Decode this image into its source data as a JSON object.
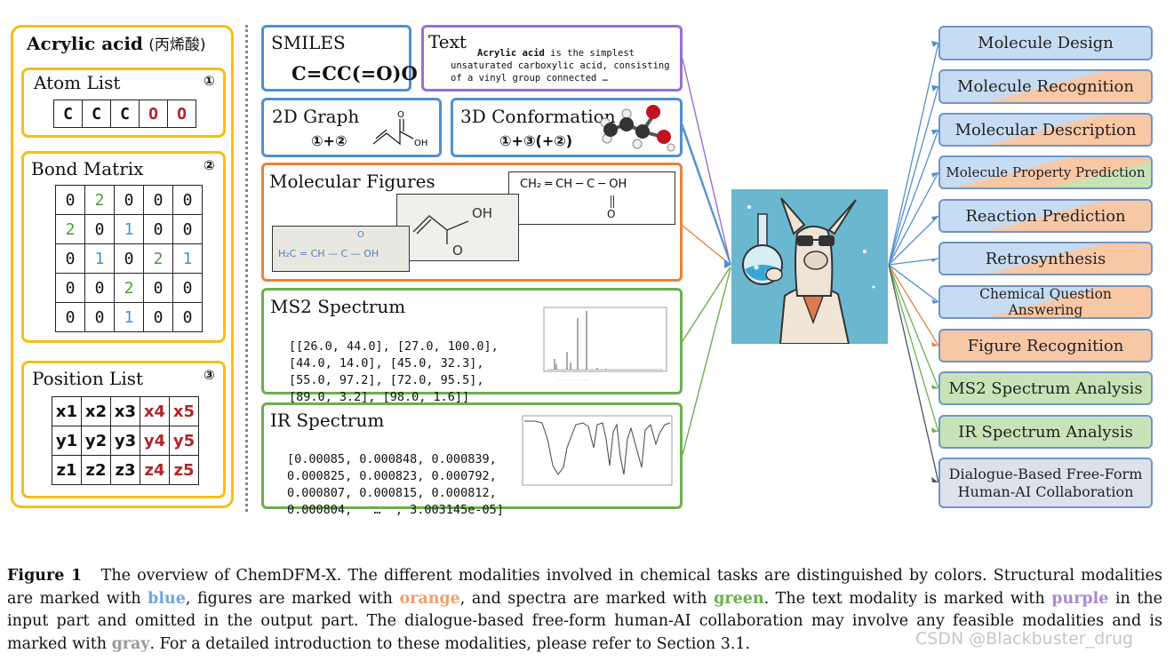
{
  "left": {
    "title_bold": "Acrylic acid",
    "title_cn": "(丙烯酸)",
    "atom_list": {
      "title": "Atom List",
      "marker": "①",
      "atoms": [
        "C",
        "C",
        "C",
        "O",
        "O"
      ]
    },
    "bond_matrix": {
      "title": "Bond Matrix",
      "marker": "②",
      "rows": [
        [
          "0",
          "2",
          "0",
          "0",
          "0"
        ],
        [
          "2",
          "0",
          "1",
          "0",
          "0"
        ],
        [
          "0",
          "1",
          "0",
          "2",
          "1"
        ],
        [
          "0",
          "0",
          "2",
          "0",
          "0"
        ],
        [
          "0",
          "0",
          "1",
          "0",
          "0"
        ]
      ]
    },
    "position_list": {
      "title": "Position List",
      "marker": "③",
      "rows": [
        [
          "x1",
          "x2",
          "x3",
          "x4",
          "x5"
        ],
        [
          "y1",
          "y2",
          "y3",
          "y4",
          "y5"
        ],
        [
          "z1",
          "z2",
          "z3",
          "z4",
          "z5"
        ]
      ]
    }
  },
  "inputs": {
    "smiles": {
      "title": "SMILES",
      "value": "C=CC(=O)O"
    },
    "text": {
      "title": "Text",
      "bold": "Acrylic acid",
      "body1": " is the simplest",
      "body2": "unsaturated carboxylic acid, consisting",
      "body3": "of a vinyl group connected …"
    },
    "graph2d": {
      "title": "2D Graph",
      "combo": "①+②",
      "o_label": "O",
      "oh_label": "OH"
    },
    "conf3d": {
      "title": "3D Conformation",
      "combo": "①+③(+②)"
    },
    "figures": {
      "title": "Molecular Figures",
      "printed": "CH₂ ═ CH ─ C ─ OH",
      "printed_o": "O",
      "handwritten1": "H₂C = CH — C — OH",
      "handwritten1_o": "O",
      "hand_oh": "OH",
      "hand_o": "O"
    },
    "ms2": {
      "title": "MS2 Spectrum",
      "lines": [
        "[[26.0, 44.0], [27.0, 100.0],",
        "[44.0, 14.0], [45.0, 32.3],",
        "[55.0, 97.2], [72.0, 95.5],",
        "[89.0, 3.2], [98.0, 1.6]]"
      ]
    },
    "ir": {
      "title": "IR Spectrum",
      "lines": [
        "[0.00085, 0.000848, 0.000839,",
        "0.000825, 0.000823, 0.000792,",
        "0.000807, 0.000815, 0.000812,",
        "0.000804,   …  , 3.003145e-05]"
      ]
    }
  },
  "outputs": [
    "Molecule Design",
    "Molecule Recognition",
    "Molecular Description",
    "Molecule Property Prediction",
    "Reaction Prediction",
    "Retrosynthesis",
    "Chemical Question Answering",
    "Figure Recognition",
    "MS2 Spectrum Analysis",
    "IR Spectrum Analysis",
    "Dialogue-Based Free-Form",
    "Human-AI Collaboration"
  ],
  "caption": {
    "label": "Figure 1",
    "t1": "   The overview of ChemDFM-X. The different modalities involved in chemical tasks are distinguished by colors. Structural modalities are marked with ",
    "blue": "blue",
    "t2": ", figures are marked with ",
    "orange": "orange",
    "t3": ", and spectra are marked with ",
    "green": "green",
    "t4": ". The text modality is marked with ",
    "purple": "purple",
    "t5": " in the input part and omitted in the output part. The dialogue-based free-form human-AI collaboration may involve any feasible modalities and is marked with ",
    "gray": "gray",
    "t6": ". For a detailed introduction to these modalities, please refer to Section 3.1."
  },
  "watermark": "CSDN @Blackbuster_drug",
  "colors": {
    "structure": "#4f8fd0",
    "figure": "#e8823a",
    "spectrum": "#6ab04c",
    "text": "#9a6fd0",
    "dialogue": "#4a5568",
    "left_panel": "#f2c012"
  }
}
